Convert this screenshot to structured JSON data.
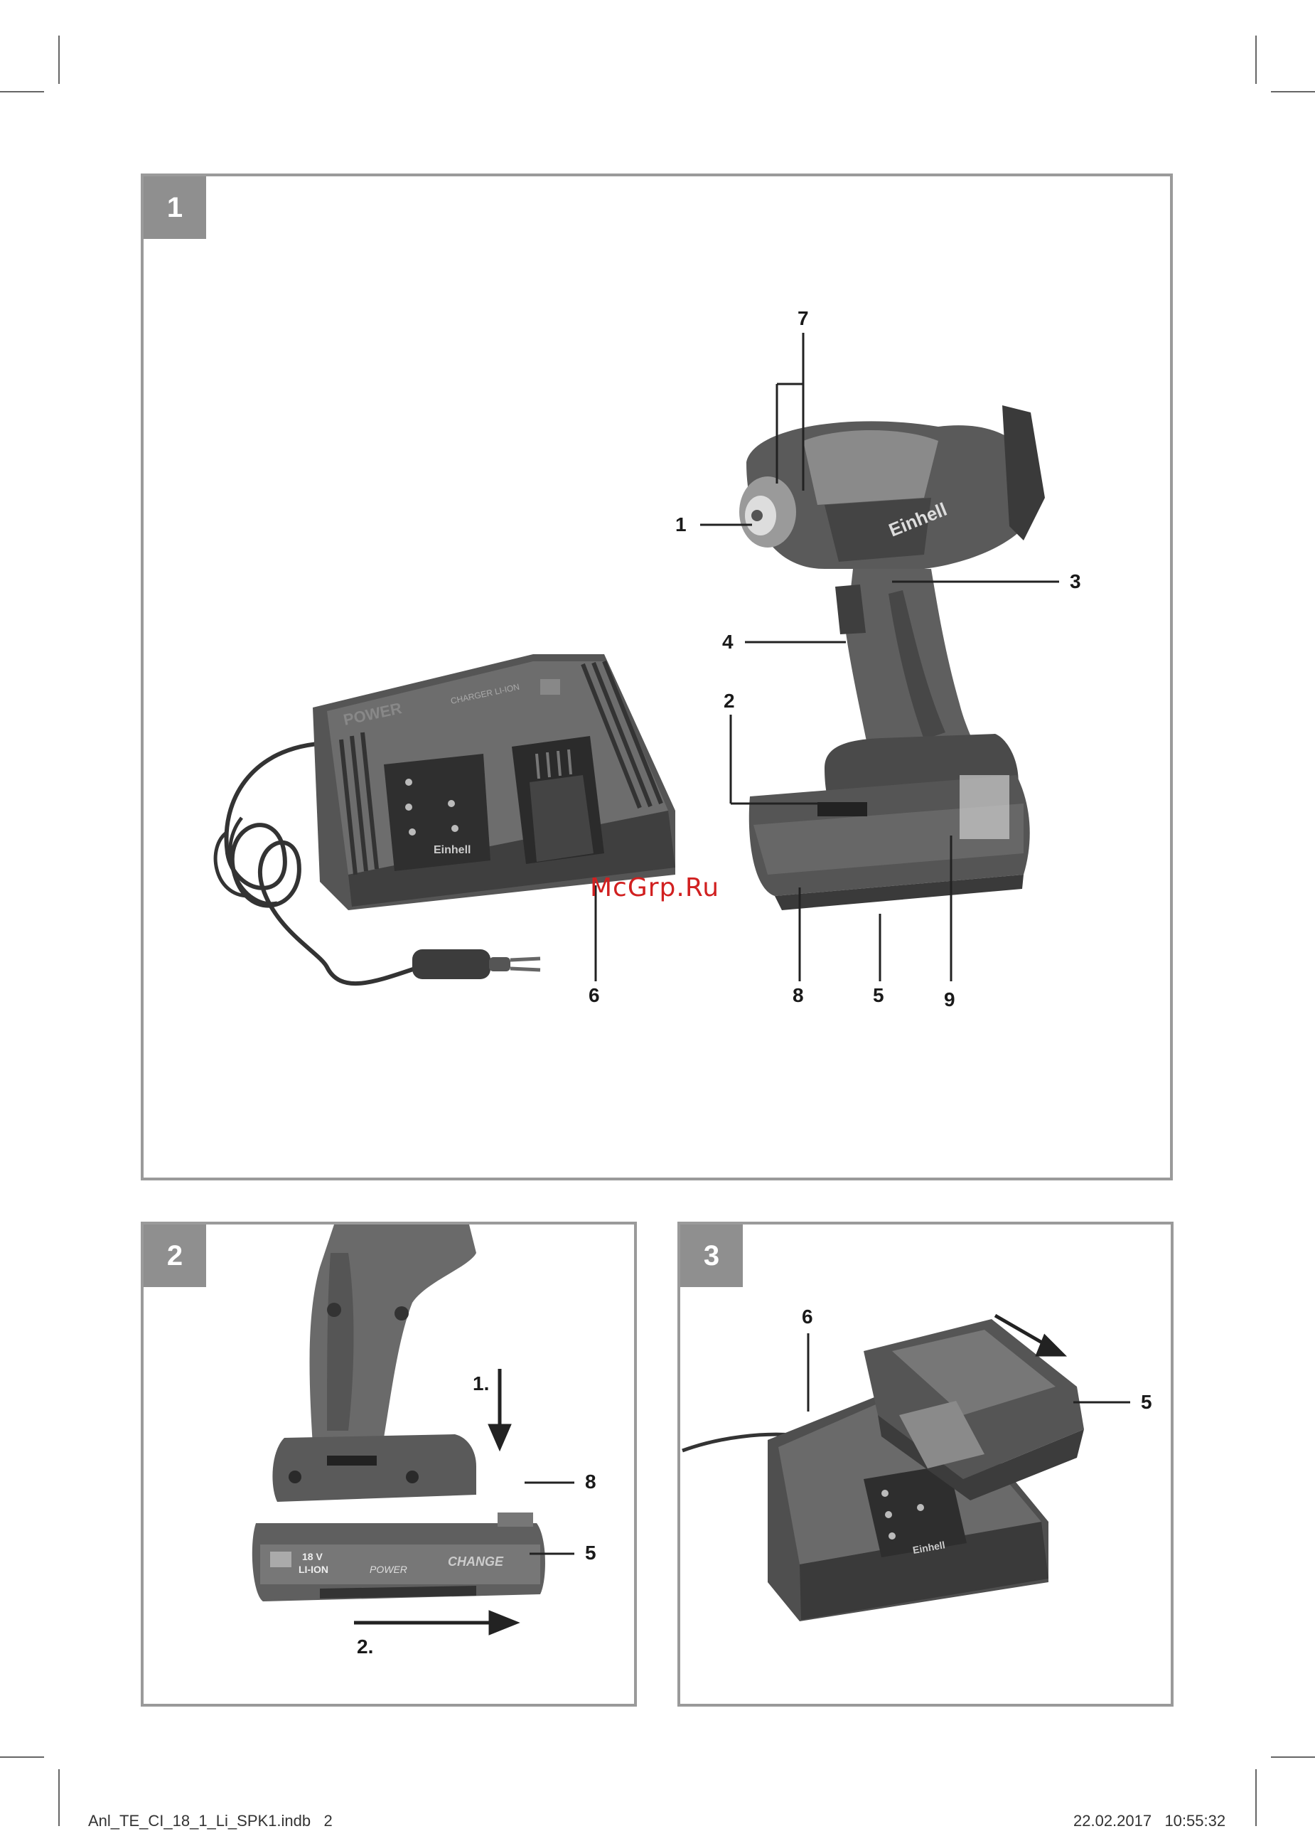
{
  "figure1": {
    "panel_number": "1",
    "callouts": {
      "c1": "1",
      "c2": "2",
      "c3": "3",
      "c4": "4",
      "c5": "5",
      "c6": "6",
      "c7": "7",
      "c8": "8",
      "c9": "9"
    },
    "tool_brand": "Einhell",
    "charger_brand": "Einhell",
    "charger_label": "POWER",
    "charger_sublabel": "CHARGER LI-ION"
  },
  "figure2": {
    "panel_number": "2",
    "callouts": {
      "c8": "8",
      "c5": "5"
    },
    "step1": "1.",
    "step2": "2.",
    "battery_voltage": "18 V",
    "battery_type": "LI-ION",
    "battery_power": "POWER",
    "battery_change": "CHANGE"
  },
  "figure3": {
    "panel_number": "3",
    "callouts": {
      "c6": "6",
      "c5": "5"
    },
    "charger_brand": "Einhell"
  },
  "watermark": "McGrp.Ru",
  "footer": {
    "filename": "Anl_TE_CI_18_1_Li_SPK1.indb   2",
    "timestamp": "22.02.2017   10:55:32"
  }
}
